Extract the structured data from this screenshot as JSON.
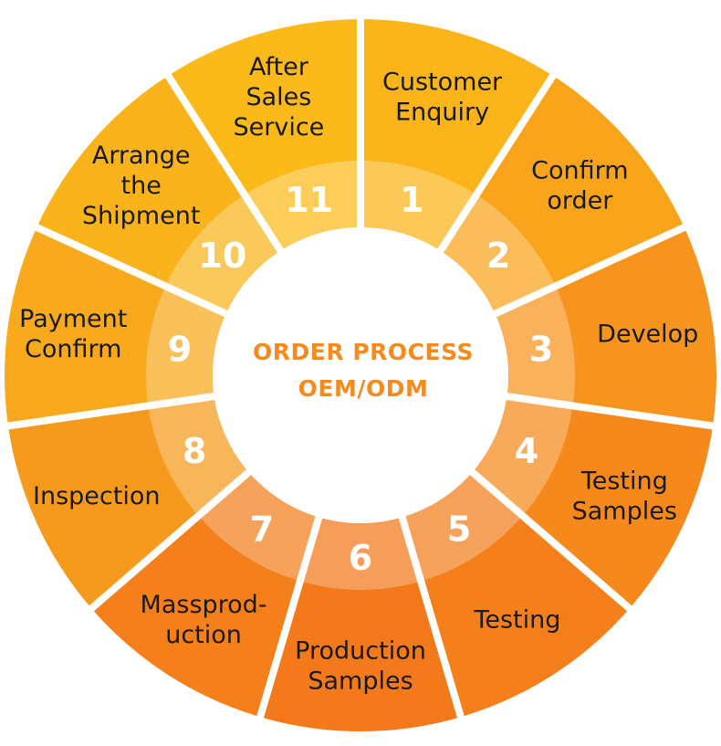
{
  "diagram": {
    "center": {
      "line1": "ORDER PROCESS",
      "line2": "OEM/ODM"
    },
    "steps": [
      {
        "number": "1",
        "label": [
          "Customer",
          "Enquiry"
        ],
        "color": "#fbb51a"
      },
      {
        "number": "2",
        "label": [
          "Confirm",
          "order"
        ],
        "color": "#f9a41b"
      },
      {
        "number": "3",
        "label": [
          "Develop"
        ],
        "color": "#f7941d"
      },
      {
        "number": "4",
        "label": [
          "Testing",
          "Samples"
        ],
        "color": "#f5891c"
      },
      {
        "number": "5",
        "label": [
          "Testing"
        ],
        "color": "#f47f1b"
      },
      {
        "number": "6",
        "label": [
          "Production",
          "Samples"
        ],
        "color": "#f3791a"
      },
      {
        "number": "7",
        "label": [
          "Massprod-",
          "uction"
        ],
        "color": "#f47f1b"
      },
      {
        "number": "8",
        "label": [
          "Inspection"
        ],
        "color": "#f69a1d"
      },
      {
        "number": "9",
        "label": [
          "Payment",
          "Confirm"
        ],
        "color": "#f8a91c"
      },
      {
        "number": "10",
        "label": [
          "Arrange",
          "the",
          "Shipment"
        ],
        "color": "#fab31b"
      },
      {
        "number": "11",
        "label": [
          "After",
          "Sales",
          "Service"
        ],
        "color": "#fbba19"
      }
    ]
  }
}
